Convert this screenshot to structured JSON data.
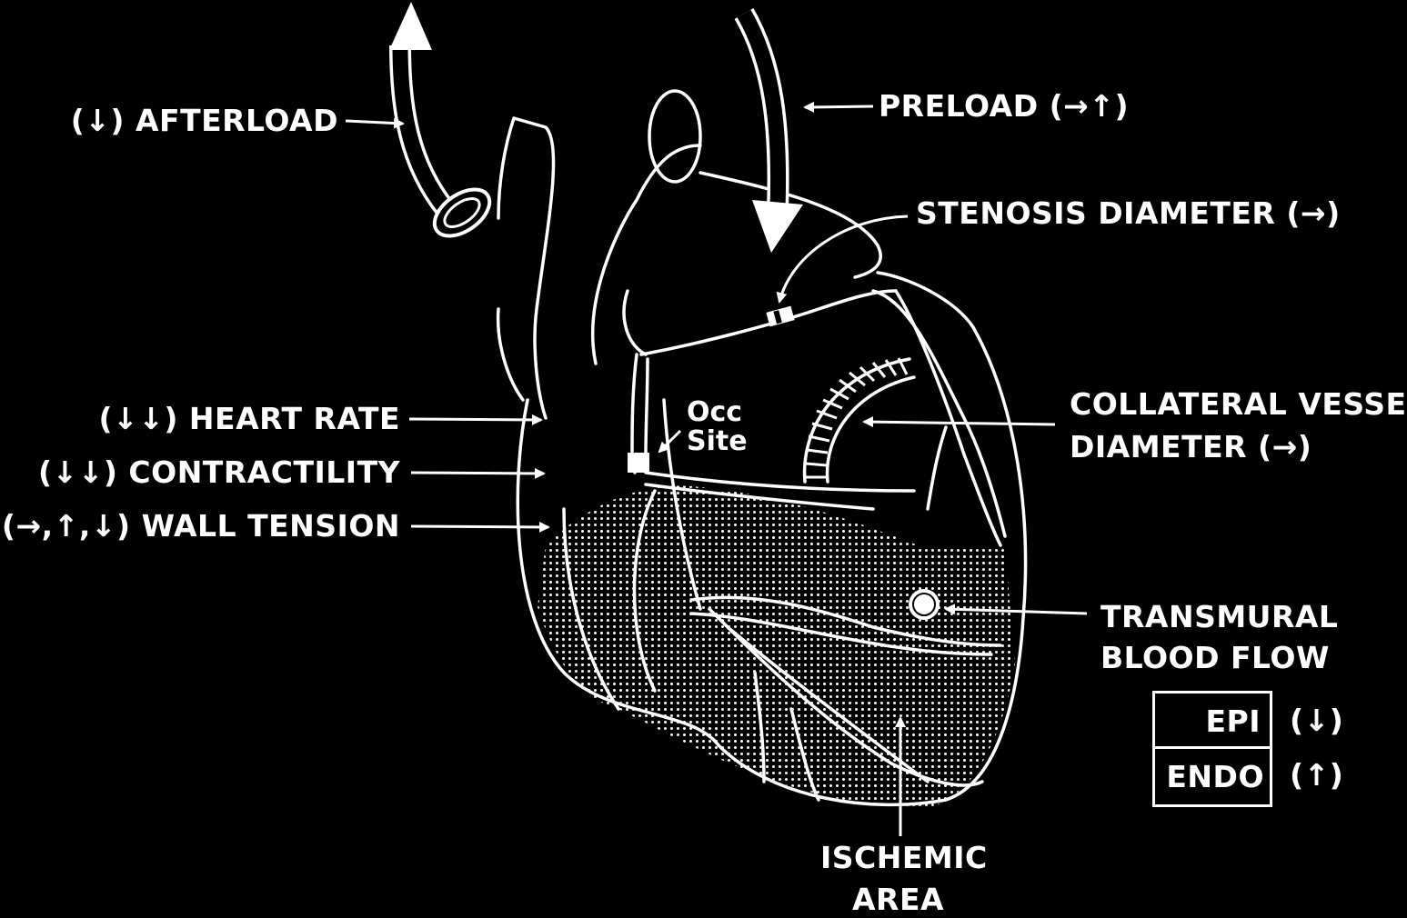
{
  "labels": {
    "afterload": "(↓) AFTERLOAD",
    "preload": "PRELOAD (→↑)",
    "stenosis": "STENOSIS DIAMETER (→)",
    "collateral_line1": "COLLATERAL VESSEL",
    "collateral_line2": "DIAMETER (→)",
    "heart_rate": "(↓↓) HEART RATE",
    "contractility": "(↓↓) CONTRACTILITY",
    "wall_tension": "(→,↑,↓) WALL TENSION",
    "occ_line1": "Occ",
    "occ_line2": "Site",
    "transmural_line1": "TRANSMURAL",
    "transmural_line2": "BLOOD FLOW",
    "epi": "EPI",
    "endo": "ENDO",
    "epi_change": "(↓)",
    "endo_change": "(↑)",
    "ischemic_line1": "ISCHEMIC",
    "ischemic_line2": "AREA"
  },
  "colors": {
    "background": "#000000",
    "foreground": "#ffffff"
  }
}
